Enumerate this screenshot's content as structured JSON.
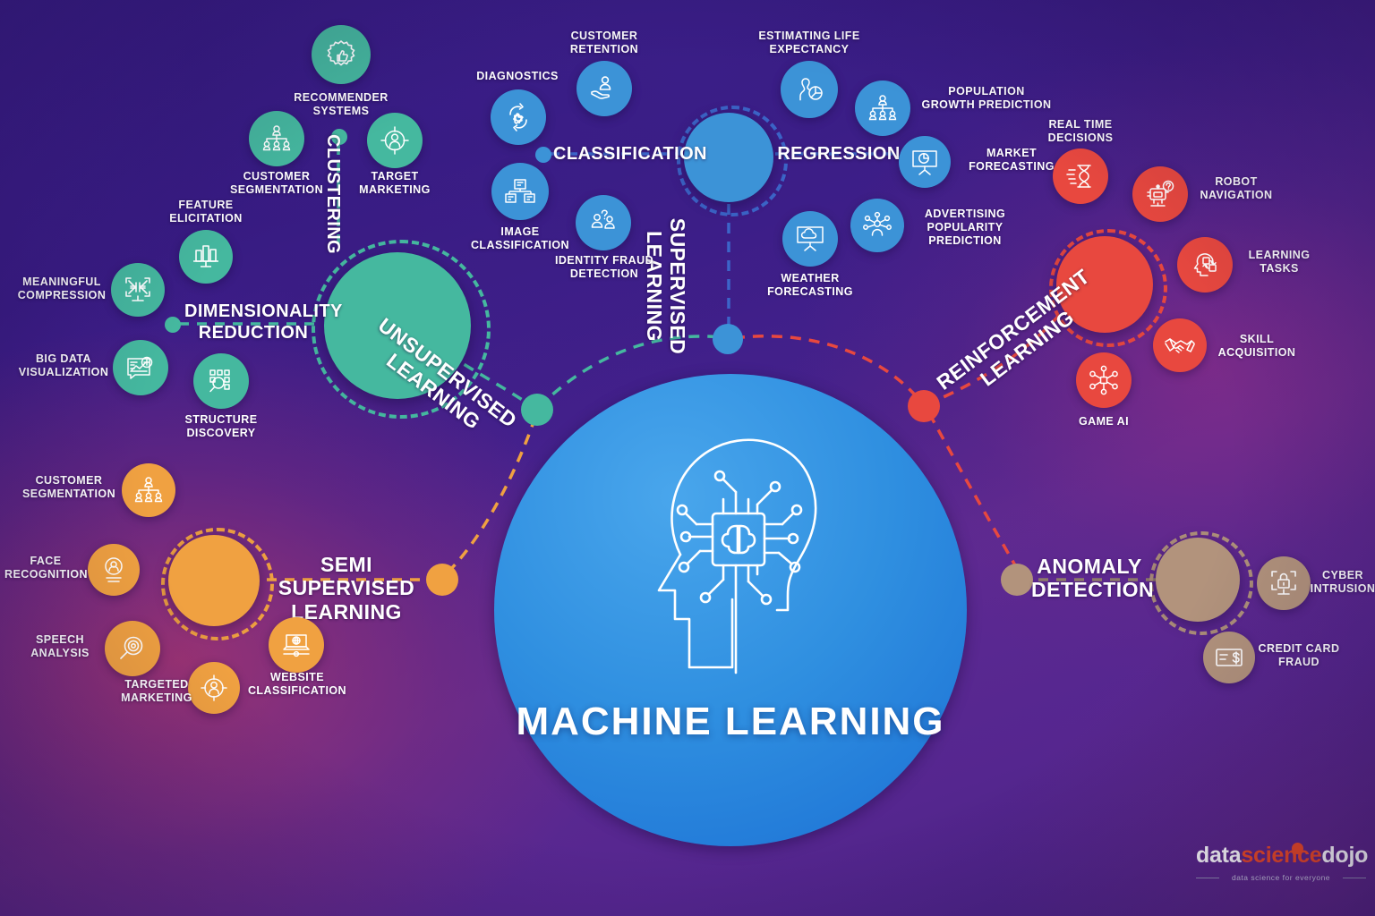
{
  "title": "MACHINE LEARNING",
  "colors": {
    "unsupervised": "#45b89f",
    "supervised": "#3c93d7",
    "reinforcement": "#e8483f",
    "semi_supervised": "#f0a141",
    "anomaly": "#b2937c",
    "center": "#2f8fe0",
    "background": "#4a2392"
  },
  "branches": [
    {
      "key": "unsupervised",
      "label": "UNSUPERVISED\nLEARNING",
      "color": "#45b89f"
    },
    {
      "key": "supervised",
      "label": "SUPERVISED\nLEARNING",
      "color": "#3c93d7"
    },
    {
      "key": "reinforcement",
      "label": "REINFORCEMENT\nLEARNING",
      "color": "#e8483f"
    },
    {
      "key": "semi",
      "label": "SEMI SUPERVISED\nLEARNING",
      "color": "#f0a141"
    },
    {
      "key": "anomaly",
      "label": "ANOMALY\nDETECTION",
      "color": "#b2937c"
    }
  ],
  "subbranches": [
    {
      "key": "clustering",
      "label": "CLUSTERING",
      "color": "#45b89f"
    },
    {
      "key": "dimensionality",
      "label": "DIMENSIONALITY\nREDUCTION",
      "color": "#45b89f"
    },
    {
      "key": "classification",
      "label": "CLASSIFICATION",
      "color": "#3c93d7"
    },
    {
      "key": "regression",
      "label": "REGRESSION",
      "color": "#3c93d7"
    }
  ],
  "clustering_items": [
    {
      "label": "RECOMMENDER\nSYSTEMS",
      "icon": "thumbs-up-badge-icon"
    },
    {
      "label": "CUSTOMER\nSEGMENTATION",
      "icon": "org-chart-people-icon"
    },
    {
      "label": "TARGET\nMARKETING",
      "icon": "person-target-icon"
    }
  ],
  "dimensionality_items": [
    {
      "label": "FEATURE\nELICITATION",
      "icon": "bar-chart-monitor-icon"
    },
    {
      "label": "MEANINGFUL\nCOMPRESSION",
      "icon": "compress-arrows-icon"
    },
    {
      "label": "BIG DATA\nVISUALIZATION",
      "icon": "data-dashboard-icon"
    },
    {
      "label": "STRUCTURE\nDISCOVERY",
      "icon": "grid-magnifier-icon"
    }
  ],
  "classification_items": [
    {
      "label": "DIAGNOSTICS",
      "icon": "gear-refresh-icon"
    },
    {
      "label": "CUSTOMER\nRETENTION",
      "icon": "hand-person-icon"
    },
    {
      "label": "IMAGE\nCLASSIFICATION",
      "icon": "screens-image-icon"
    },
    {
      "label": "IDENTITY FRAUD\nDETECTION",
      "icon": "people-question-icon"
    }
  ],
  "regression_items": [
    {
      "label": "ESTIMATING LIFE\nEXPECTANCY",
      "icon": "person-pie-icon"
    },
    {
      "label": "POPULATION\nGROWTH PREDICTION",
      "icon": "org-chart-people-icon"
    },
    {
      "label": "MARKET\nFORECASTING",
      "icon": "presentation-pie-icon"
    },
    {
      "label": "WEATHER\nFORECASTING",
      "icon": "presentation-cloud-icon"
    },
    {
      "label": "ADVERTISING\nPOPULARITY\nPREDICTION",
      "icon": "person-network-icon"
    }
  ],
  "reinforcement_items": [
    {
      "label": "REAL TIME\nDECISIONS",
      "icon": "hourglass-speed-icon"
    },
    {
      "label": "ROBOT\nNAVIGATION",
      "icon": "robot-icon"
    },
    {
      "label": "LEARNING\nTASKS",
      "icon": "head-blocks-icon"
    },
    {
      "label": "SKILL\nACQUISITION",
      "icon": "handshake-icon"
    },
    {
      "label": "GAME AI",
      "icon": "game-network-icon"
    }
  ],
  "semi_supervised_items": [
    {
      "label": "CUSTOMER\nSEGMENTATION",
      "icon": "org-chart-people-icon"
    },
    {
      "label": "FACE\nRECOGNITION",
      "icon": "face-id-icon"
    },
    {
      "label": "SPEECH\nANALYSIS",
      "icon": "magnifier-sound-icon"
    },
    {
      "label": "TARGETED\nMARKETING",
      "icon": "person-target-icon"
    },
    {
      "label": "WEBSITE\nCLASSIFICATION",
      "icon": "laptop-web-icon"
    }
  ],
  "anomaly_items": [
    {
      "label": "CYBER\nINTRUSION",
      "icon": "monitor-lock-icon"
    },
    {
      "label": "CREDIT CARD\nFRAUD",
      "icon": "credit-card-icon"
    }
  ],
  "center": {
    "label": "MACHINE LEARNING",
    "icon": "head-ai-chip-icon"
  },
  "logo": {
    "name_part1": "data",
    "name_part2": "science",
    "name_part3": "dojo",
    "tagline": "data science for everyone"
  }
}
